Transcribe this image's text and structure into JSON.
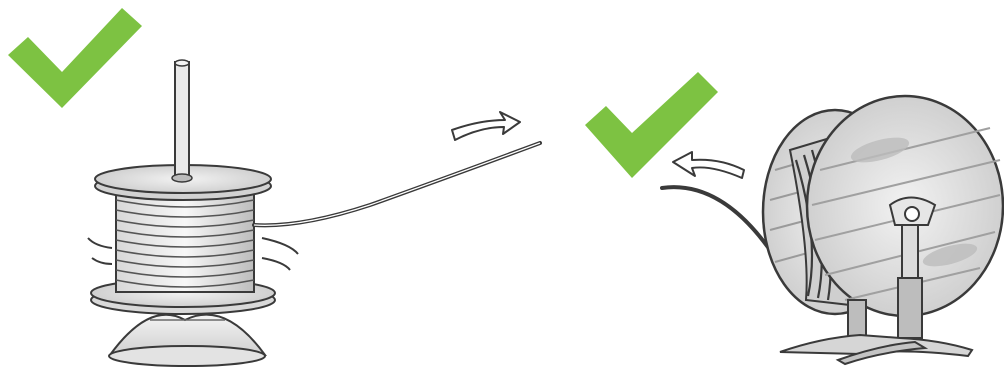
{
  "illustration": {
    "left_scene": {
      "name": "vertical-spool-on-spindle",
      "status": "correct"
    },
    "right_scene": {
      "name": "horizontal-reel-on-stand",
      "status": "correct"
    }
  },
  "colors": {
    "check": "#7dc242",
    "ink": "#3a3a3a",
    "shade": "#9a9a9a",
    "paper": "#ffffff"
  },
  "icons": [
    "checkmark-icon",
    "checkmark-icon",
    "arrow-right-icon",
    "arrow-left-icon"
  ]
}
